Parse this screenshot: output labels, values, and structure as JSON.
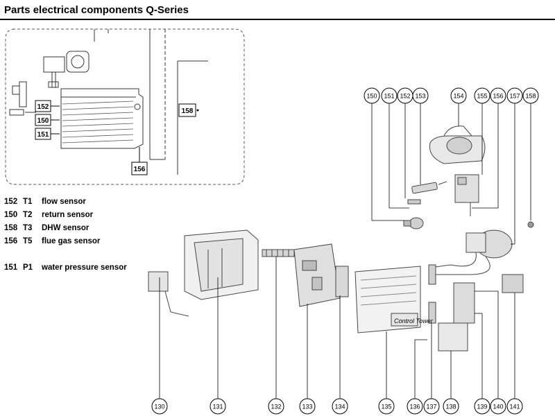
{
  "title": "Parts electrical components Q-Series",
  "legend": [
    {
      "num": "152",
      "code": "T1",
      "desc": "flow sensor"
    },
    {
      "num": "150",
      "code": "T2",
      "desc": "return sensor"
    },
    {
      "num": "158",
      "code": "T3",
      "desc": "DHW sensor"
    },
    {
      "num": "156",
      "code": "T5",
      "desc": "flue gas sensor"
    },
    {
      "num": "151",
      "code": "P1",
      "desc": "water pressure sensor"
    }
  ],
  "inset_labels": [
    "152",
    "150",
    "151",
    "158",
    "156"
  ],
  "top_callouts": [
    "150",
    "151",
    "152",
    "153",
    "154",
    "155",
    "156",
    "157",
    "158"
  ],
  "bottom_callouts": [
    "130",
    "131",
    "132",
    "133",
    "134",
    "135",
    "136",
    "137",
    "138",
    "139",
    "140",
    "141"
  ],
  "panel_text": "Control Tower"
}
